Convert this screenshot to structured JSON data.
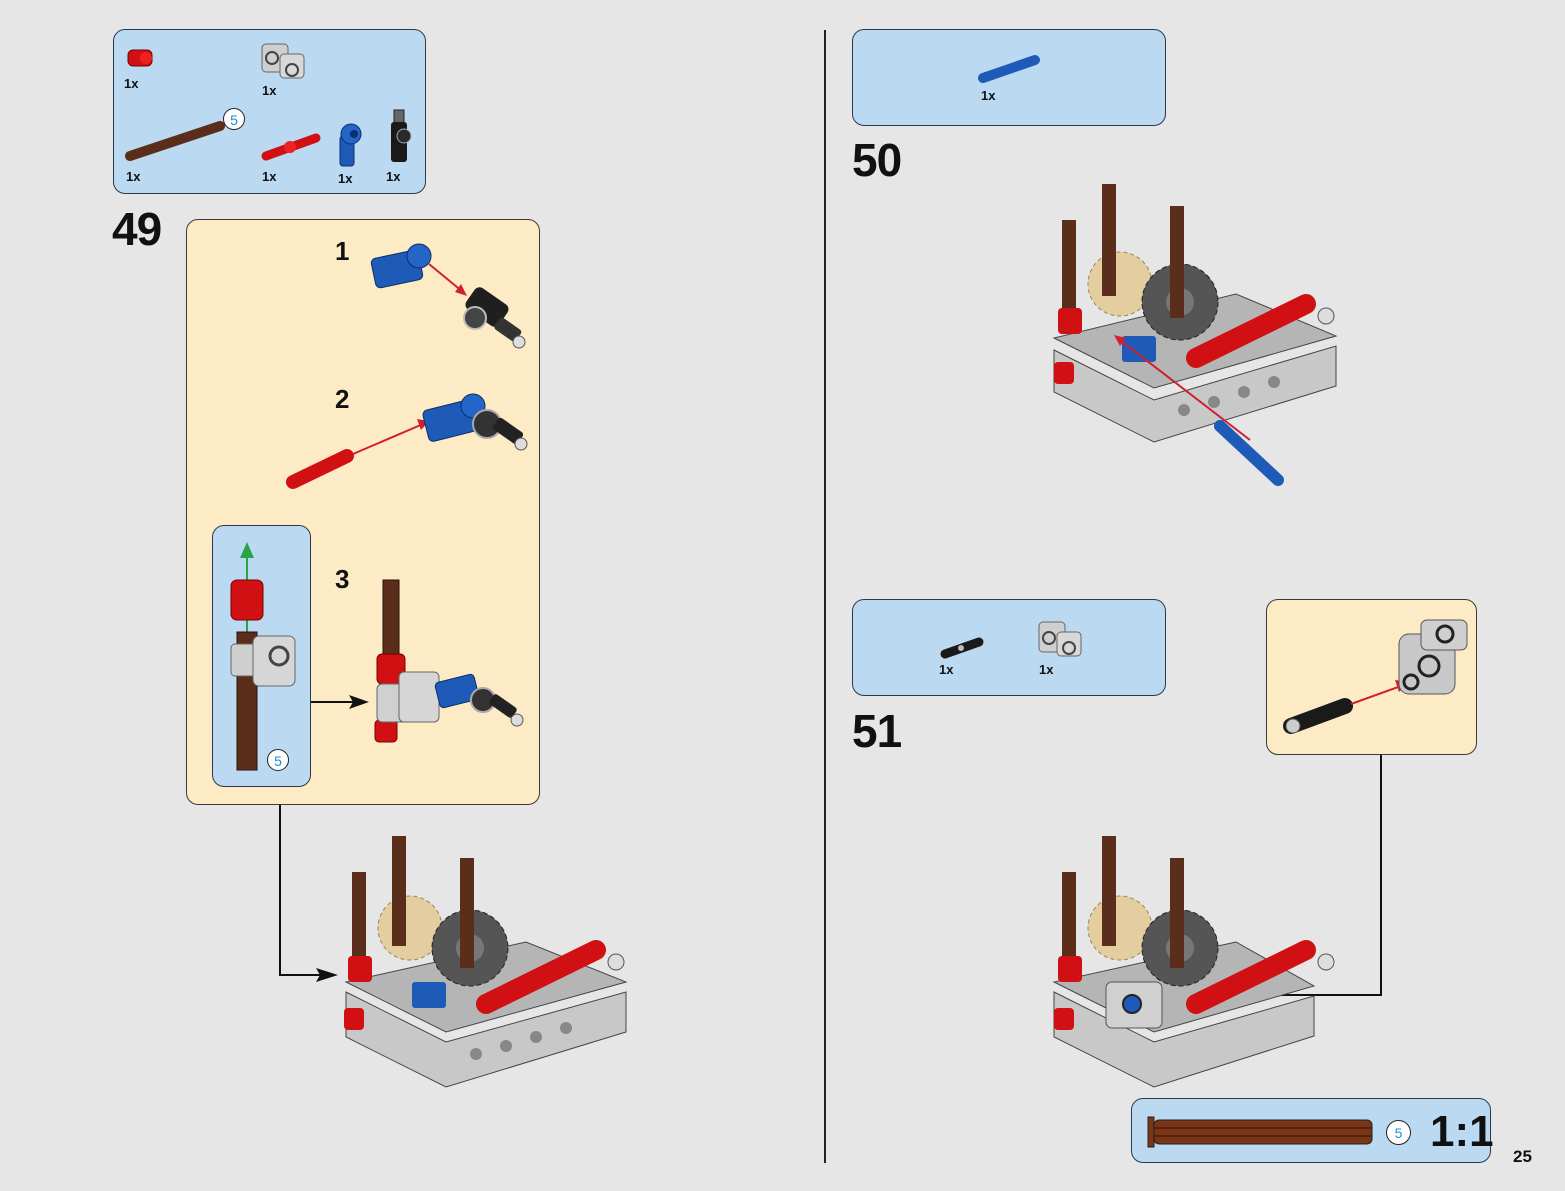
{
  "page": {
    "number": "25",
    "background": "#e6e6e6"
  },
  "colors": {
    "callout_blue": "#bcd9f2",
    "callout_tan": "#fdebc6",
    "brick_red": "#d01012",
    "brick_blue": "#1e5ab8",
    "brown": "#5a2e1a",
    "light_gray": "#c8c8c8",
    "dark_gray": "#555555",
    "tan": "#e4cd9e",
    "length_circle_text": "#1a8fd6"
  },
  "step49": {
    "number": "49",
    "parts": [
      {
        "name": "red-bush",
        "qty": "1x"
      },
      {
        "name": "gray-connector",
        "qty": "1x"
      },
      {
        "name": "brown-axle",
        "qty": "1x",
        "length": "5"
      },
      {
        "name": "red-axle-pin",
        "qty": "1x"
      },
      {
        "name": "blue-connector",
        "qty": "1x"
      },
      {
        "name": "black-connector",
        "qty": "1x"
      }
    ],
    "substeps": [
      {
        "number": "1"
      },
      {
        "number": "2"
      },
      {
        "number": "3",
        "inset_length": "5"
      }
    ]
  },
  "step50": {
    "number": "50",
    "parts": [
      {
        "name": "blue-axle-pin",
        "qty": "1x"
      }
    ]
  },
  "step51": {
    "number": "51",
    "parts": [
      {
        "name": "black-pin",
        "qty": "1x"
      },
      {
        "name": "gray-connector",
        "qty": "1x"
      }
    ]
  },
  "scale_box": {
    "length": "5",
    "ratio": "1:1"
  }
}
